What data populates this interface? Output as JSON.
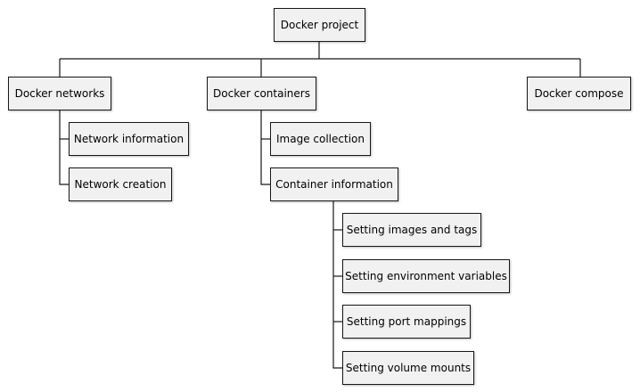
{
  "diagram": {
    "root": "Docker project",
    "networks": {
      "label": "Docker networks",
      "children": [
        "Network information",
        "Network creation"
      ]
    },
    "containers": {
      "label": "Docker containers",
      "children": [
        "Image collection",
        "Container information"
      ],
      "container_information_children": [
        "Setting images and tags",
        "Setting environment variables",
        "Setting port mappings",
        "Setting volume mounts"
      ]
    },
    "compose": {
      "label": "Docker compose"
    }
  }
}
